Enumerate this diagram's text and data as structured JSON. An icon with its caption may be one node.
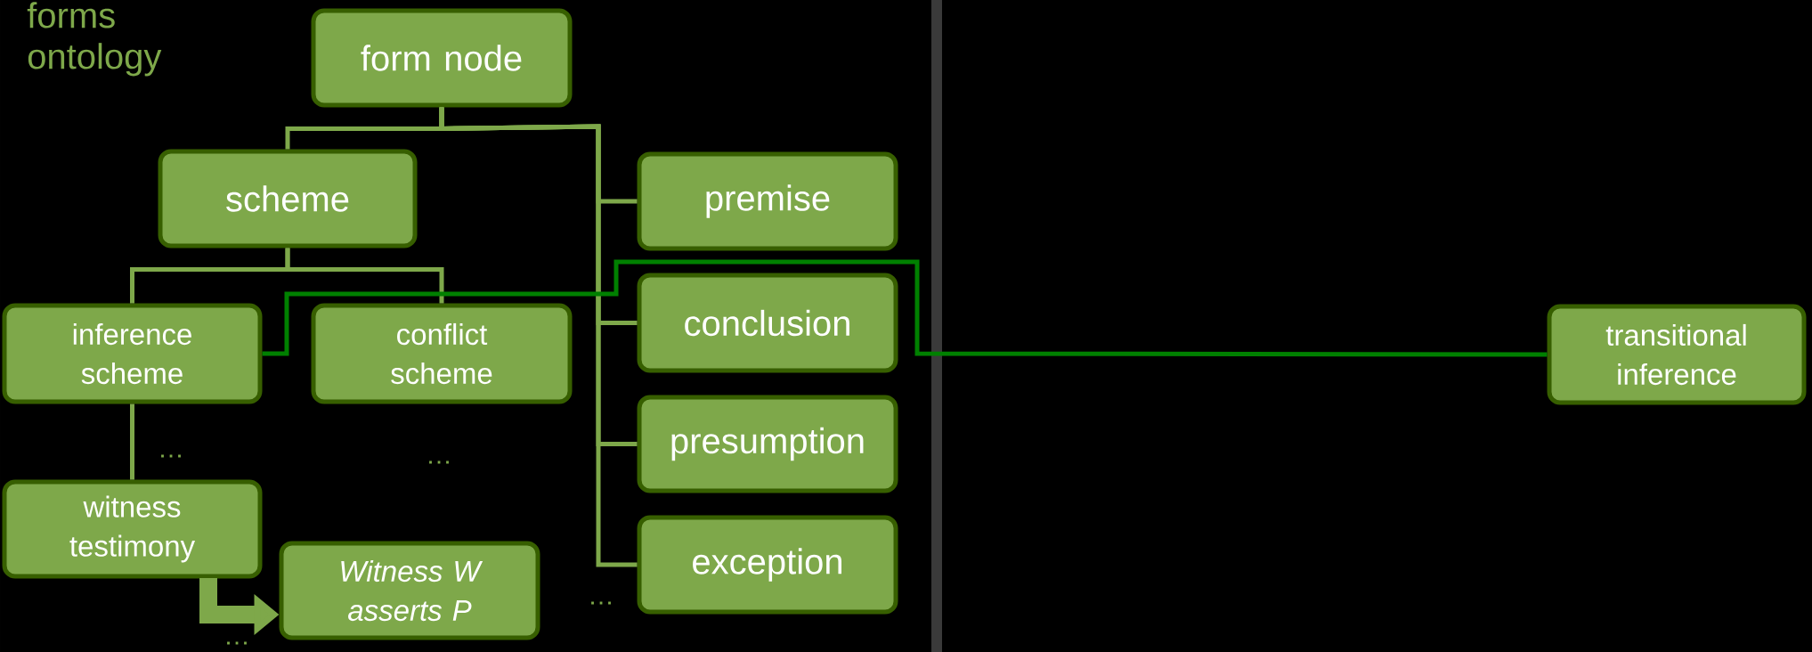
{
  "diagram": {
    "nodes": [
      {
        "text": [
          "form node"
        ]
      },
      {
        "text": [
          "scheme"
        ]
      },
      {
        "text": [
          "premise"
        ]
      },
      {
        "text": [
          "inference scheme"
        ]
      },
      {
        "text": [
          "conflict scheme"
        ]
      },
      {
        "text": [
          "conclusion"
        ]
      },
      {
        "text": [
          "presumption"
        ]
      },
      {
        "text": [
          "witness testimony"
        ]
      },
      {
        "text": [
          "exception"
        ]
      },
      {
        "text": [
          "Witness W asserts P"
        ]
      },
      {
        "text": [
          "transitional inference"
        ]
      }
    ],
    "edges": [
      {
        "from": 0,
        "to": 1,
        "arrow": "none"
      },
      {
        "from": 0,
        "to": 2,
        "arrow": "none"
      },
      {
        "from": 0,
        "to": 5,
        "arrow": "none"
      },
      {
        "from": 0,
        "to": 6,
        "arrow": "none"
      },
      {
        "from": 0,
        "to": 8,
        "arrow": "none"
      },
      {
        "from": 1,
        "to": 3,
        "arrow": "none"
      },
      {
        "from": 1,
        "to": 4,
        "arrow": "none"
      },
      {
        "from": 3,
        "to": 7,
        "arrow": "none"
      },
      {
        "from": 7,
        "to": 9,
        "arrow": "to",
        "style": "thick"
      },
      {
        "from": 3,
        "to": 10,
        "arrow": "none",
        "color": "#008000"
      }
    ],
    "labels": [
      "forms ontology",
      "…",
      "…",
      "…",
      "…"
    ]
  }
}
